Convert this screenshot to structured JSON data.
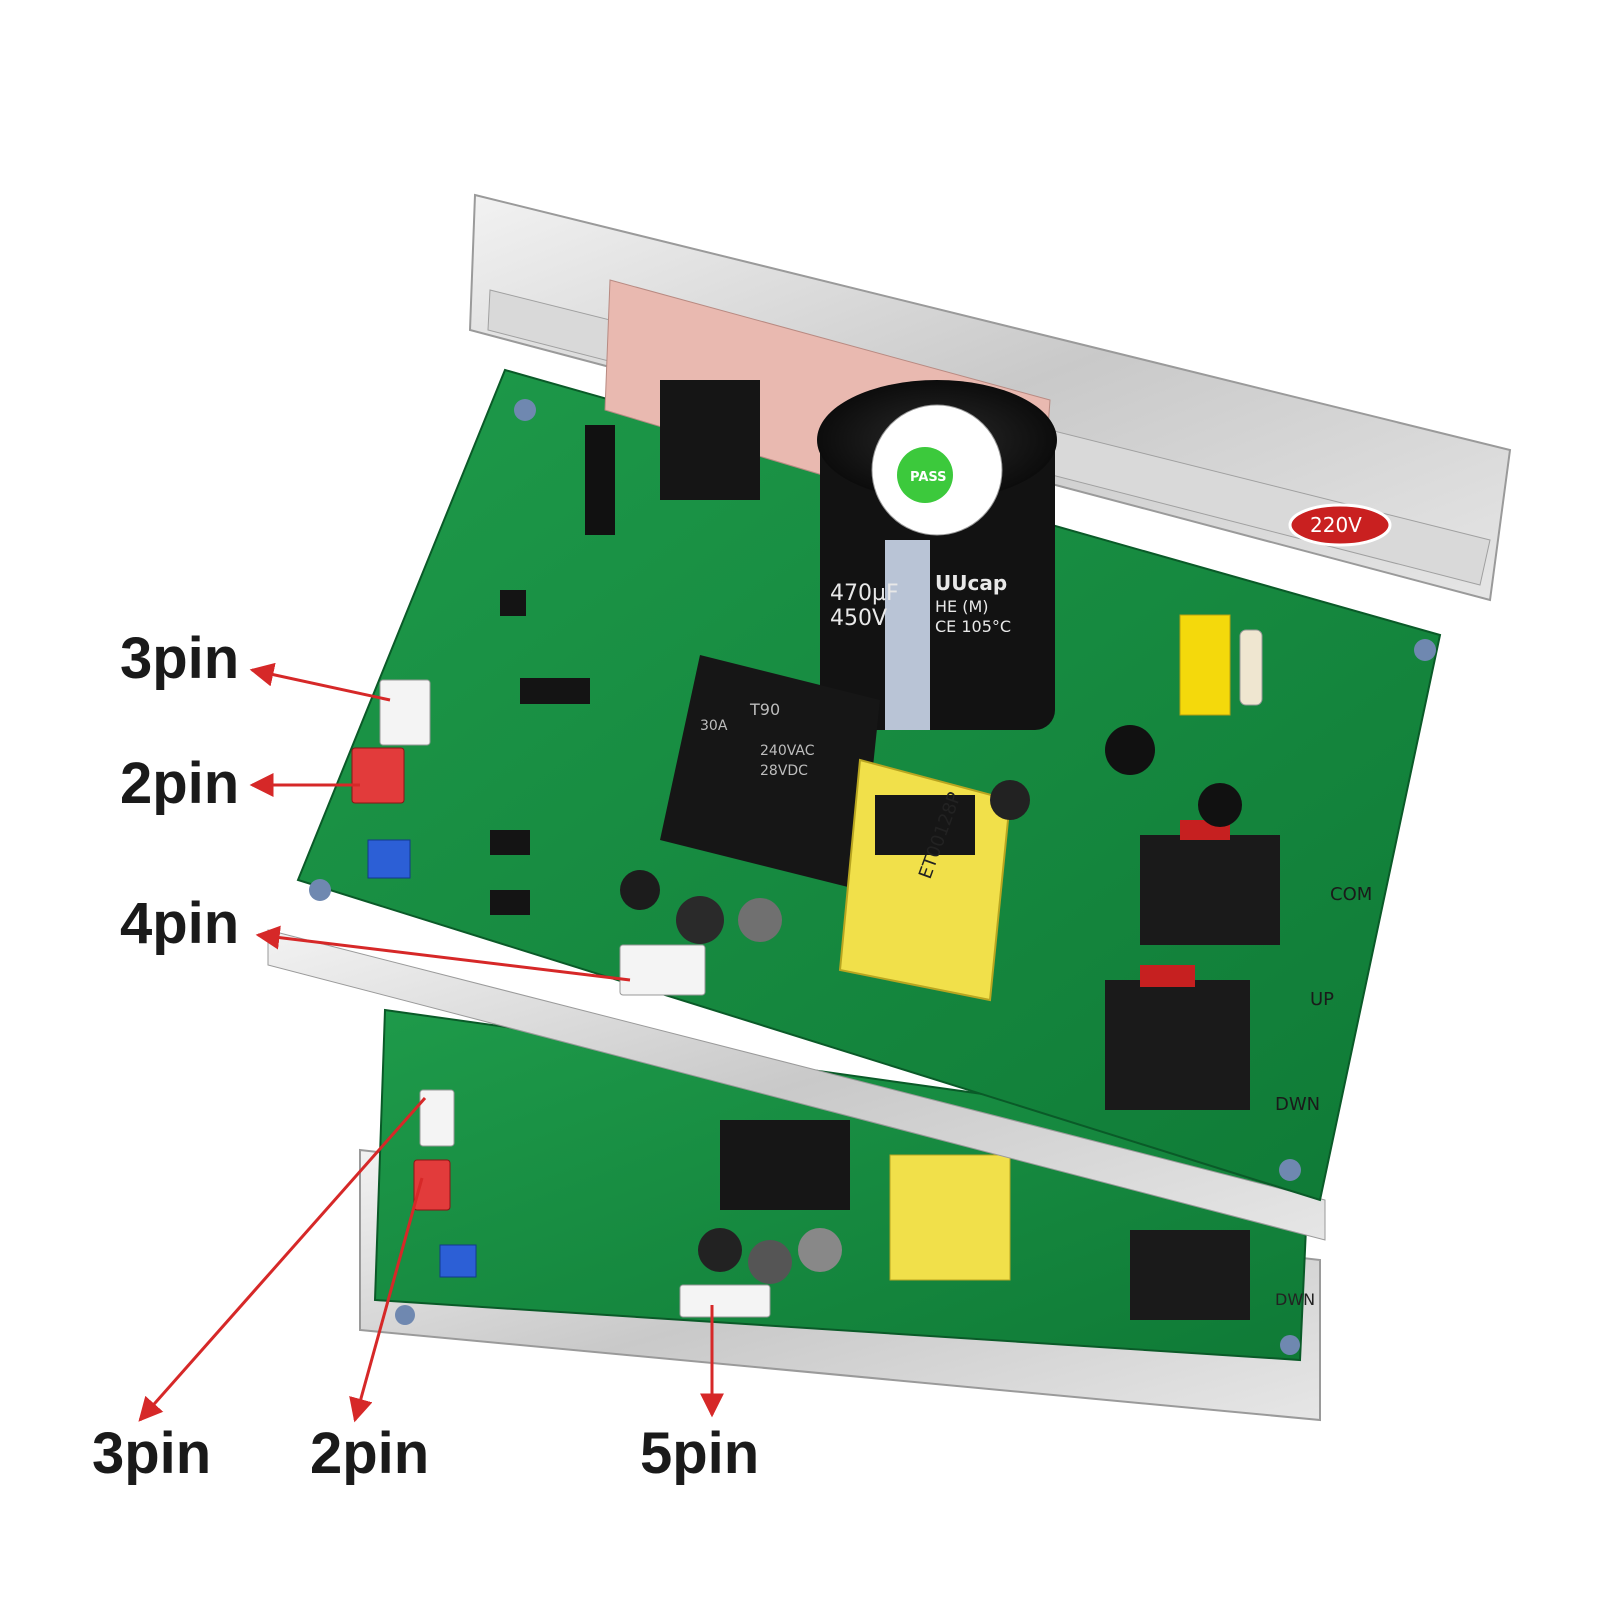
{
  "image": {
    "description_icon": "circuit-board-photo-icon",
    "accent_color": "#d62828"
  },
  "labels": {
    "top_3pin": "3pin",
    "top_2pin": "2pin",
    "top_4pin": "4pin",
    "bottom_3pin": "3pin",
    "bottom_2pin": "2pin",
    "bottom_5pin": "5pin"
  },
  "board_markings": {
    "voltage_badge": "220V",
    "capacitor_brand": "UUcap",
    "capacitor_spec_1": "470µF",
    "capacitor_spec_2": "450V",
    "capacitor_grade": "HE (M)",
    "capacitor_temp": "CE 105°C",
    "pass_sticker": "PASS",
    "relay_spec_1": "T90",
    "relay_spec_2": "30A",
    "relay_spec_3": "240VAC",
    "relay_spec_4": "28VDC",
    "transformer_label": "ET00128P",
    "terminal_com": "COM",
    "terminal_up": "UP",
    "terminal_dwn": "DWN",
    "terminal_dwn_lower": "DWN"
  }
}
